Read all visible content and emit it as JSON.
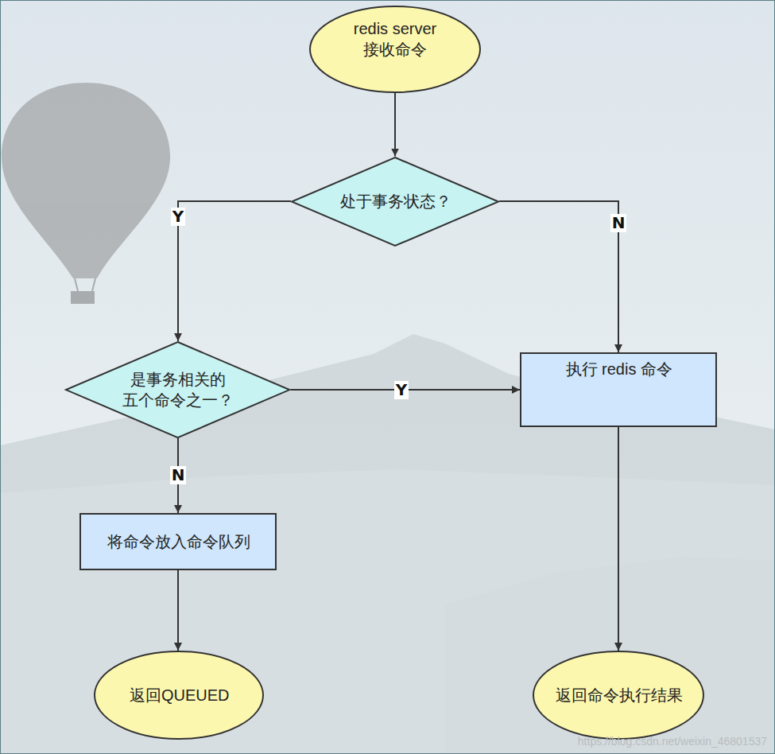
{
  "diagram": {
    "nodes": [
      {
        "text": [
          "redis server 接收命令"
        ]
      },
      {
        "text": [
          "处于事务状态？"
        ]
      },
      {
        "text": [
          "是事务相关的 五个命令之一？"
        ]
      },
      {
        "text": [
          "执行 redis 命令"
        ]
      },
      {
        "text": [
          "将命令放入命令队列"
        ]
      },
      {
        "text": [
          "返回QUEUED"
        ]
      },
      {
        "text": [
          "返回命令执行结果"
        ]
      }
    ],
    "edges": [
      {
        "from": 0,
        "to": 1,
        "arrow": "to"
      },
      {
        "from": 1,
        "to": 2,
        "label": "Y",
        "arrow": "to"
      },
      {
        "from": 1,
        "to": 3,
        "label": "N",
        "arrow": "to"
      },
      {
        "from": 2,
        "to": 3,
        "label": "Y",
        "arrow": "to"
      },
      {
        "from": 2,
        "to": 4,
        "label": "N",
        "arrow": "to"
      },
      {
        "from": 4,
        "to": 5,
        "arrow": "to"
      },
      {
        "from": 3,
        "to": 6,
        "arrow": "to"
      }
    ],
    "labels": [
      "https://blog.csdn.net/weixin_46801537"
    ]
  }
}
